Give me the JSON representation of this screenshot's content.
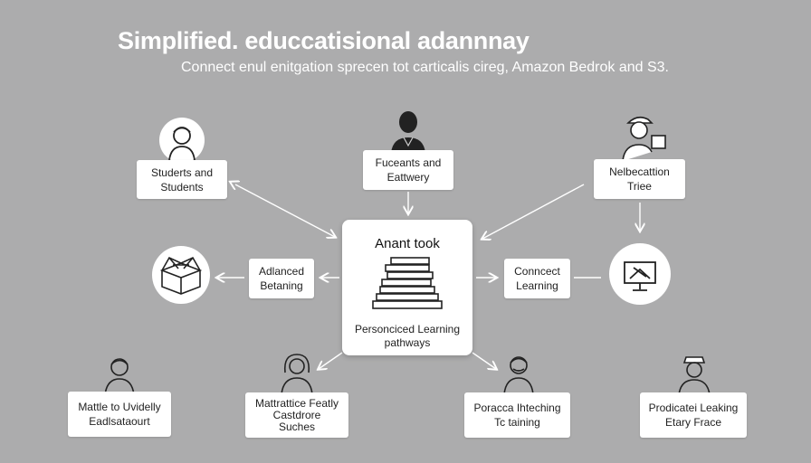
{
  "header": {
    "title": "Simplified. educcatisional adannnay",
    "subtitle": "Connect enul enitgation sprecen tot carticalis cireg, Amazon Bedrok and S3."
  },
  "center": {
    "title": "Anant took",
    "caption_line1": "Personciced Learning",
    "caption_line2": "pathways"
  },
  "nodes": {
    "students": {
      "line1": "Studerts and",
      "line2": "Students"
    },
    "parents": {
      "line1": "Fuceants and",
      "line2": "Eattwery"
    },
    "nelbe": {
      "line1": "Nelbecattion",
      "line2": "Triee"
    },
    "advanced": {
      "line1": "Adlanced",
      "line2": "Betaning"
    },
    "connect": {
      "line1": "Conncect",
      "line2": "Learning"
    },
    "mattle": {
      "line1": "Mattle to Uvidelly",
      "line2": "Eadlsataourt"
    },
    "mattratice": {
      "line1": "Mattrattice Featly",
      "line2": "Castdrore",
      "line3": "Suches"
    },
    "poracca": {
      "line1": "Poracca Ihteching",
      "line2": "Tc taining"
    },
    "prodicatei": {
      "line1": "Prodicatei Leaking",
      "line2": "Etary Frace"
    }
  },
  "colors": {
    "background": "#acacad",
    "box": "#ffffff",
    "arrow": "#ffffff",
    "icon_stroke": "#222222"
  }
}
